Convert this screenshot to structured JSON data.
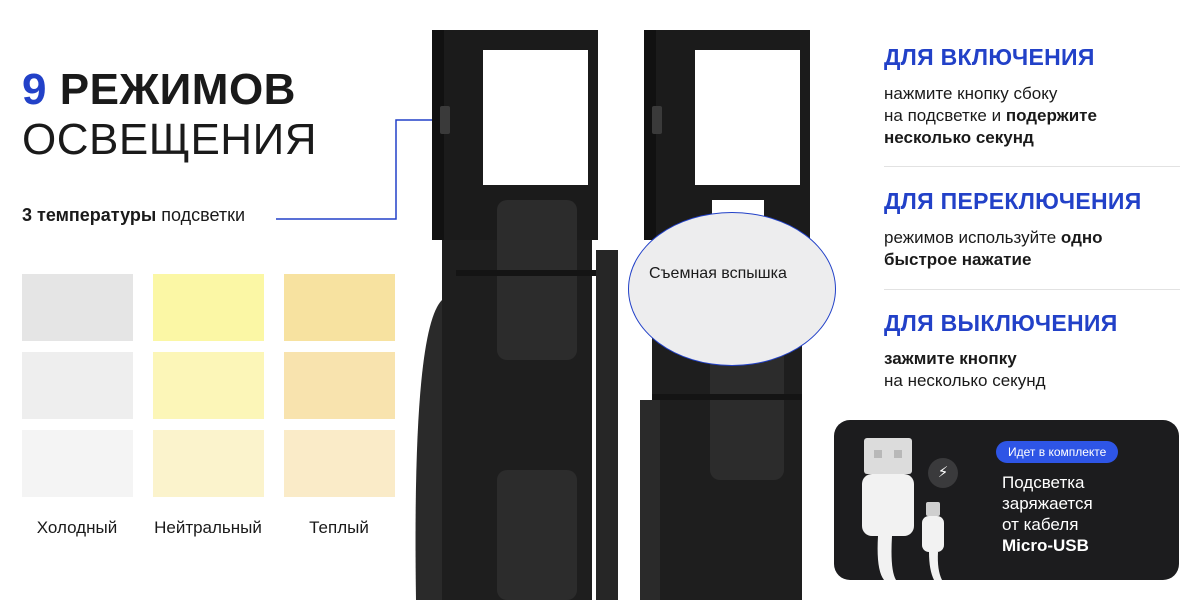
{
  "heading": {
    "number": "9",
    "word1": "РЕЖИМОВ",
    "line2": "ОСВЕЩЕНИЯ"
  },
  "subtitle": {
    "bold": "3 температуры",
    "rest": "подсветки"
  },
  "temperatures": [
    {
      "label": "Холодный",
      "shades": [
        "#e5e5e5",
        "#eeeeee",
        "#f4f4f4"
      ]
    },
    {
      "label": "Нейтральный",
      "shades": [
        "#fbf7a5",
        "#fcf6b8",
        "#fbf3cc"
      ]
    },
    {
      "label": "Теплый",
      "shades": [
        "#f7e2a0",
        "#f8e3ae",
        "#faebc8"
      ]
    }
  ],
  "callout": {
    "label": "Съемная вспышка"
  },
  "steps": [
    {
      "title": "ДЛЯ ВКЛЮЧЕНИЯ",
      "text_parts": [
        {
          "text": "нажмите кнопку сбоку",
          "bold": false
        },
        {
          "text": "на подсветке и ",
          "bold": false
        },
        {
          "text": "подержите",
          "bold": true
        },
        {
          "text": "несколько секунд",
          "bold": true
        }
      ]
    },
    {
      "title": "ДЛЯ ПЕРЕКЛЮЧЕНИЯ",
      "text_parts": [
        {
          "text": "режимов используйте ",
          "bold": false
        },
        {
          "text": "одно",
          "bold": true
        },
        {
          "text": "быстрое нажатие",
          "bold": true
        }
      ]
    },
    {
      "title": "ДЛЯ ВЫКЛЮЧЕНИЯ",
      "text_parts": [
        {
          "text": "зажмите кнопку",
          "bold": true
        },
        {
          "text": "на несколько секунд",
          "bold": false
        }
      ]
    }
  ],
  "card": {
    "badge": "Идет в комплекте",
    "line1": "Подсветка",
    "line2": "заряжается",
    "line3": "от кабеля",
    "line4": "Micro-USB"
  },
  "icons": {
    "charge": "lightning-bolt-icon",
    "cable": "usb-cable-icon"
  },
  "colors": {
    "accent": "#2241c8",
    "badge": "#2e55e6",
    "card_bg": "#1c1c1e",
    "device": "#1e1e1e"
  }
}
